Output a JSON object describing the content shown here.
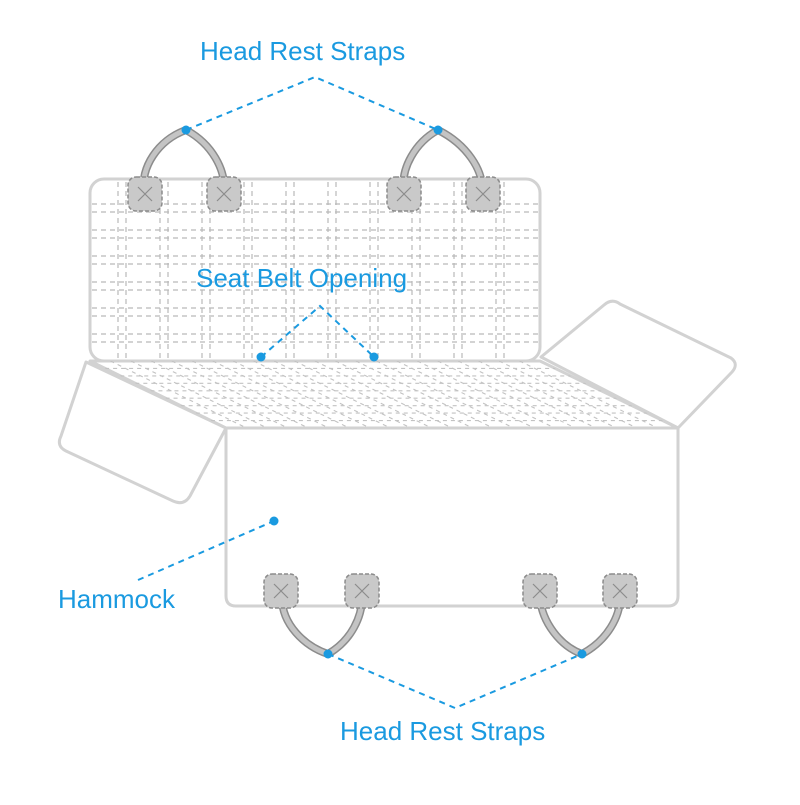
{
  "diagram": {
    "labels": {
      "head_rest_top": "Head Rest Straps",
      "seat_belt": "Seat Belt Opening",
      "hammock": "Hammock",
      "head_rest_bottom": "Head Rest Straps"
    },
    "colors": {
      "accent": "#1a9ae0",
      "outline": "#d2d2d2",
      "quilt": "#b9b9b9",
      "strap_fill": "#c4c4c4",
      "strap_stroke": "#8c8c8c"
    }
  }
}
